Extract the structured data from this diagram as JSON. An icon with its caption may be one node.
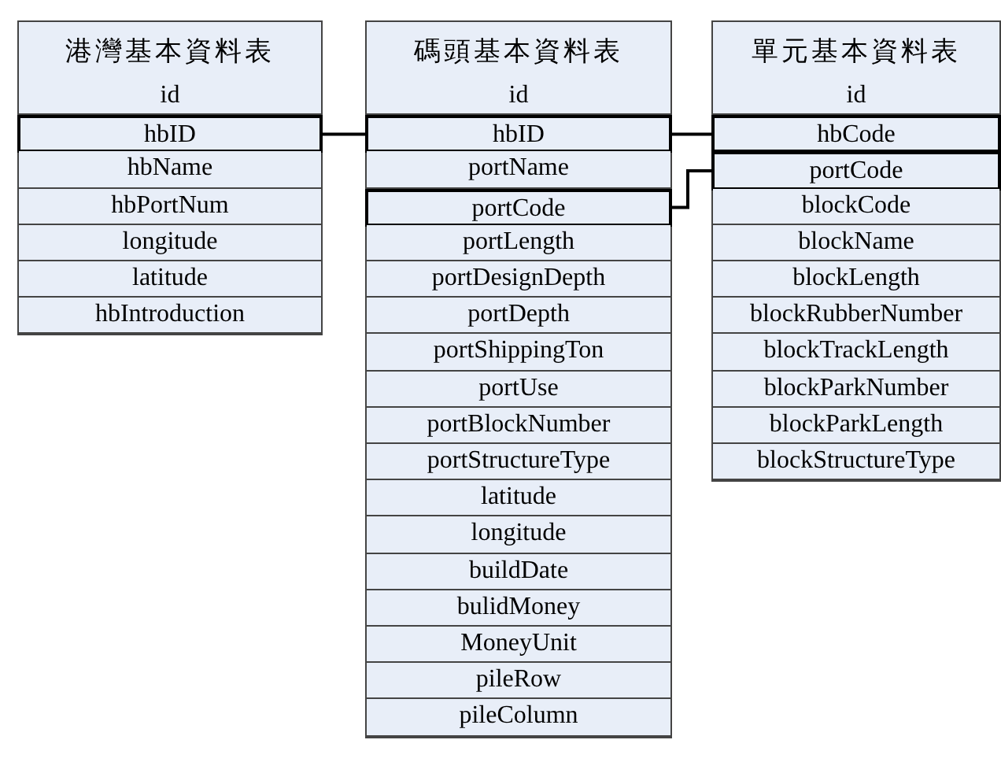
{
  "diagram": {
    "nodes": [
      {
        "text": [
          "港灣基本資料表"
        ]
      },
      {
        "text": [
          "id"
        ],
        "in": 0
      },
      {
        "text": [
          "hbID"
        ],
        "in": 0
      },
      {
        "text": [
          "hbName"
        ],
        "in": 0
      },
      {
        "text": [
          "hbPortNum"
        ],
        "in": 0
      },
      {
        "text": [
          "longitude"
        ],
        "in": 0
      },
      {
        "text": [
          "latitude"
        ],
        "in": 0
      },
      {
        "text": [
          "hbIntroduction"
        ],
        "in": 0
      },
      {
        "text": [
          "碼頭基本資料表"
        ]
      },
      {
        "text": [
          "id"
        ],
        "in": 8
      },
      {
        "text": [
          "hbID"
        ],
        "in": 8
      },
      {
        "text": [
          "portName"
        ],
        "in": 8
      },
      {
        "text": [
          "portCode"
        ],
        "in": 8
      },
      {
        "text": [
          "portLength"
        ],
        "in": 8
      },
      {
        "text": [
          "portDesignDepth"
        ],
        "in": 8
      },
      {
        "text": [
          "portDepth"
        ],
        "in": 8
      },
      {
        "text": [
          "portShippingTon"
        ],
        "in": 8
      },
      {
        "text": [
          "portUse"
        ],
        "in": 8
      },
      {
        "text": [
          "portBlockNumber"
        ],
        "in": 8
      },
      {
        "text": [
          "portStructureType"
        ],
        "in": 8
      },
      {
        "text": [
          "latitude"
        ],
        "in": 8
      },
      {
        "text": [
          "longitude"
        ],
        "in": 8
      },
      {
        "text": [
          "buildDate"
        ],
        "in": 8
      },
      {
        "text": [
          "bulidMoney"
        ],
        "in": 8
      },
      {
        "text": [
          "MoneyUnit"
        ],
        "in": 8
      },
      {
        "text": [
          "pileRow"
        ],
        "in": 8
      },
      {
        "text": [
          "pileColumn"
        ],
        "in": 8
      },
      {
        "text": [
          "單元基本資料表"
        ]
      },
      {
        "text": [
          "id"
        ],
        "in": 27
      },
      {
        "text": [
          "hbCode"
        ],
        "in": 27
      },
      {
        "text": [
          "portCode"
        ],
        "in": 27
      },
      {
        "text": [
          "blockCode"
        ],
        "in": 27
      },
      {
        "text": [
          "blockName"
        ],
        "in": 27
      },
      {
        "text": [
          "blockLength"
        ],
        "in": 27
      },
      {
        "text": [
          "blockRubberNumber"
        ],
        "in": 27
      },
      {
        "text": [
          "blockTrackLength"
        ],
        "in": 27
      },
      {
        "text": [
          "blockParkNumber"
        ],
        "in": 27
      },
      {
        "text": [
          "blockParkLength"
        ],
        "in": 27
      },
      {
        "text": [
          "blockStructureType"
        ],
        "in": 27
      }
    ],
    "edges": [
      {
        "from": 2,
        "to": 10,
        "arrow": "none"
      },
      {
        "from": 10,
        "to": 29,
        "arrow": "none"
      },
      {
        "from": 12,
        "to": 30,
        "arrow": "none"
      }
    ]
  }
}
